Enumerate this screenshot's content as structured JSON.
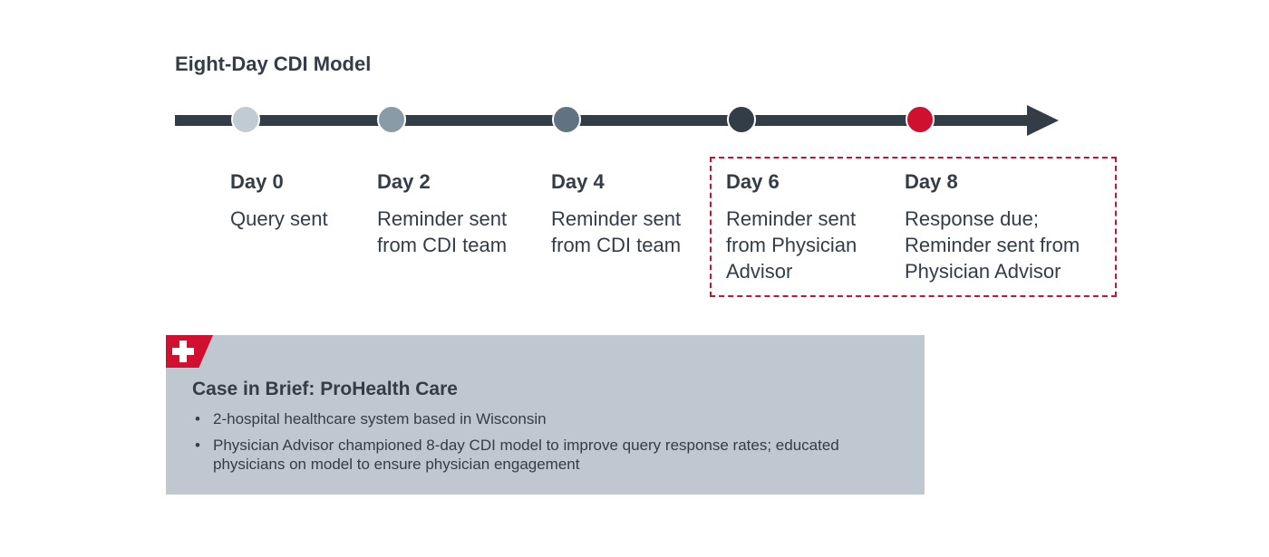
{
  "title": "Eight-Day CDI Model",
  "steps": [
    {
      "day": "Day 0",
      "text": "Query sent",
      "color": "#c0cbd3"
    },
    {
      "day": "Day 2",
      "text": "Reminder sent from CDI team",
      "color": "#8a9ba8"
    },
    {
      "day": "Day 4",
      "text": "Reminder sent from CDI team",
      "color": "#5f7381"
    },
    {
      "day": "Day 6",
      "text": "Reminder sent from Physician Advisor",
      "color": "#333d47"
    },
    {
      "day": "Day 8",
      "text": "Response due; Reminder sent from Physician Advisor",
      "color": "#d0102e"
    }
  ],
  "case": {
    "title": "Case in Brief: ProHealth Care",
    "bullets": [
      "2-hospital healthcare system based in Wisconsin",
      "Physician Advisor championed 8-day CDI model to improve query response rates; educated physicians on model to ensure physician engagement"
    ]
  }
}
